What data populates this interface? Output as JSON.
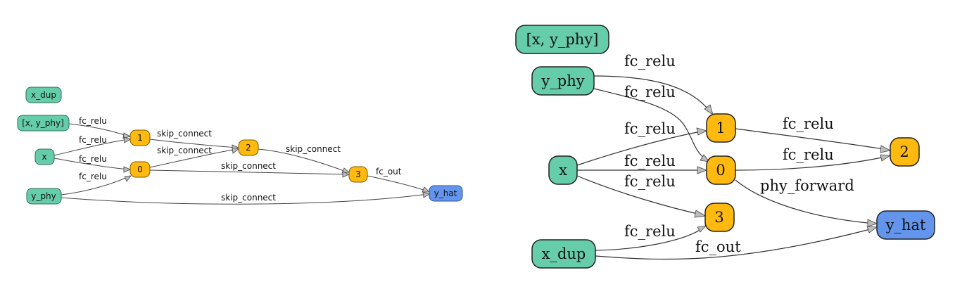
{
  "colors": {
    "input": "#66cdaa",
    "hidden": "#ffb90f",
    "output": "#6495ed",
    "stroke": "#333333"
  },
  "left_graph": {
    "nodes": {
      "x_dup": "x_dup",
      "xy": "[x, y_phy]",
      "x": "x",
      "y_phy": "y_phy",
      "n1": "1",
      "n0": "0",
      "n2": "2",
      "n3": "3",
      "y_hat": "y_hat"
    },
    "edges": {
      "xy_1": "fc_relu",
      "x_1": "fc_relu",
      "x_0": "fc_relu",
      "yphy_0": "fc_relu",
      "e1_2": "skip_connect",
      "e0_2": "skip_connect",
      "e2_3": "skip_connect",
      "e0_3": "skip_connect",
      "e3_yhat": "fc_out",
      "yphy_yhat": "skip_connect"
    }
  },
  "right_graph": {
    "nodes": {
      "xy": "[x, y_phy]",
      "y_phy": "y_phy",
      "x": "x",
      "x_dup": "x_dup",
      "n1": "1",
      "n0": "0",
      "n3": "3",
      "n2": "2",
      "y_hat": "y_hat"
    },
    "edges": {
      "yphy_1": "fc_relu",
      "yphy_0": "fc_relu",
      "x_1": "fc_relu",
      "x_0": "fc_relu",
      "x_3": "fc_relu",
      "xdup_3": "fc_relu",
      "e1_2": "fc_relu",
      "e0_2": "fc_relu",
      "e0_yhat": "phy_forward",
      "xdup_yhat": "fc_out"
    }
  }
}
